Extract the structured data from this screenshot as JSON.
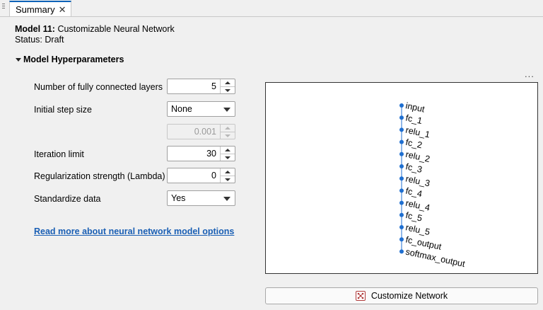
{
  "tab": {
    "label": "Summary",
    "close_glyph": "✕"
  },
  "model": {
    "label": "Model 11:",
    "name": " Customizable Neural Network",
    "status": "Status: Draft"
  },
  "section": {
    "title": "Model Hyperparameters"
  },
  "params": {
    "layers": {
      "label": "Number of fully connected layers",
      "value": "5"
    },
    "step": {
      "label": "Initial step size",
      "value": "None"
    },
    "step_value": {
      "value": "0.001"
    },
    "iterations": {
      "label": "Iteration limit",
      "value": "30"
    },
    "lambda": {
      "label": "Regularization strength (Lambda)",
      "value": "0"
    },
    "standardize": {
      "label": "Standardize data",
      "value": "Yes"
    }
  },
  "link": {
    "label": "Read more about neural network model options"
  },
  "more_menu": {
    "glyph": "..."
  },
  "network": {
    "layers": [
      "input",
      "fc_1",
      "relu_1",
      "fc_2",
      "relu_2",
      "fc_3",
      "relu_3",
      "fc_4",
      "relu_4",
      "fc_5",
      "relu_5",
      "fc_output",
      "softmax_output"
    ],
    "node_color": "#1f6fd0",
    "edge_color": "#1f6fd0"
  },
  "customize_button": {
    "label": "Customize Network",
    "icon": "network-icon",
    "icon_color": "#b03a3a"
  }
}
